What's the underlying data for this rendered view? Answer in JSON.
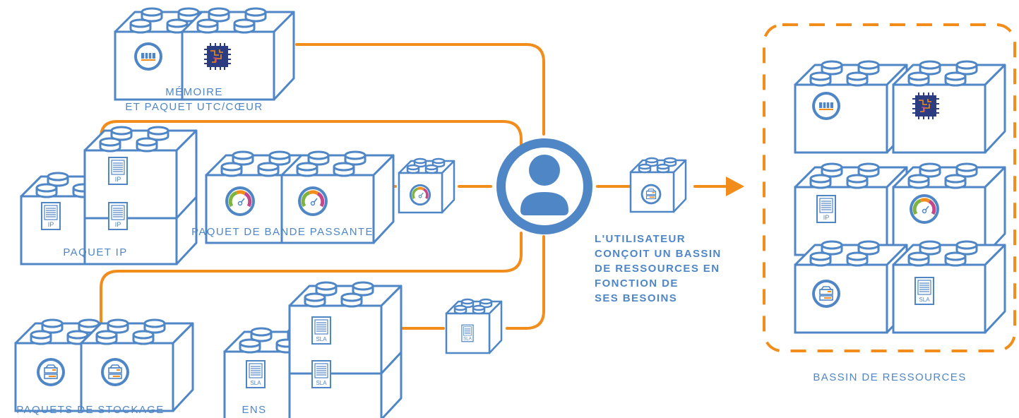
{
  "labels": {
    "memory_line1": "MÉMOIRE",
    "memory_line2": "ET PAQUET UTC/CŒUR",
    "ip_package": "PAQUET IP",
    "bandwidth_package": "PAQUET DE BANDE PASSANTE",
    "storage_packages": "PAQUETS DE STOCKAGE",
    "ens": "ENS",
    "user_line1": "L'UTILISATEUR",
    "user_line2": "CONÇOIT UN BASSIN",
    "user_line3": "DE RESSOURCES EN",
    "user_line4": "FONCTION DE",
    "user_line5": "SES BESOINS",
    "resource_pool": "BASSIN DE RESSOURCES"
  },
  "icon_text": {
    "ip": "IP",
    "sla": "SLA"
  },
  "colors": {
    "block_stroke": "#4f86c6",
    "connector": "#f28c1a",
    "user_circle": "#4f86c6",
    "text": "#4f86c6"
  }
}
